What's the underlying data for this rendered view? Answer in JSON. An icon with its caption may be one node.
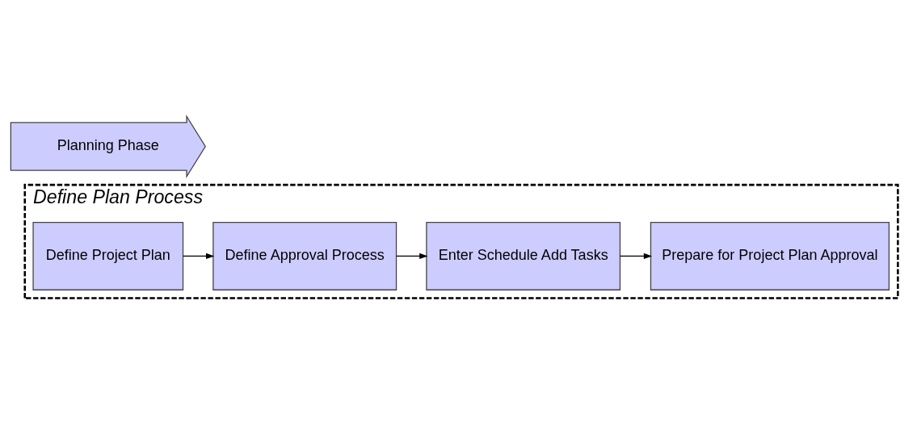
{
  "diagram": {
    "nodes": [
      {
        "text": [
          "Planning Phase"
        ]
      },
      {
        "text": [
          "Define Plan Process"
        ]
      },
      {
        "text": [
          "Define Project Plan"
        ],
        "in": 1
      },
      {
        "text": [
          "Define Approval Process"
        ],
        "in": 1
      },
      {
        "text": [
          "Enter Schedule Add Tasks"
        ],
        "in": 1
      },
      {
        "text": [
          "Prepare for Project Plan Approval"
        ],
        "in": 1
      }
    ],
    "edges": [
      {
        "from": 2,
        "to": 3,
        "arrow": "to"
      },
      {
        "from": 3,
        "to": 4,
        "arrow": "to"
      },
      {
        "from": 4,
        "to": 5,
        "arrow": "to"
      }
    ]
  }
}
